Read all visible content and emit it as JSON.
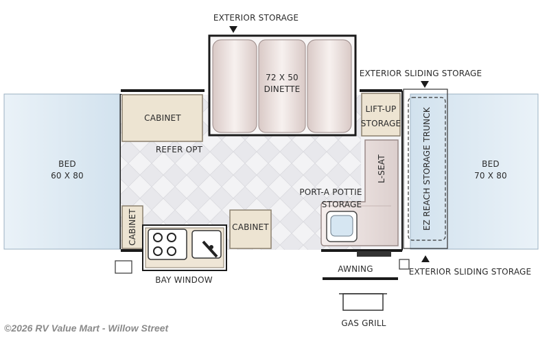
{
  "labels": {
    "exterior_storage": "EXTERIOR STORAGE",
    "dinette_size": "72 X 50",
    "dinette_name": "DINETTE",
    "exterior_sliding_storage_top": "EXTERIOR SLIDING STORAGE",
    "lift_up_1": "LIFT-UP",
    "lift_up_2": "STORAGE",
    "cabinet_top": "CABINET",
    "refer_opt": "REFER OPT",
    "bed_left": "BED",
    "bed_left_size": "60 X 80",
    "l_seat": "L-SEAT",
    "trunk": "EZ REACH STORAGE TRUNCK",
    "bed_right": "BED",
    "bed_right_size": "70 X 80",
    "port_a_pottie_1": "PORT-A POTTIE",
    "port_a_pottie_2": "STORAGE",
    "cabinet_left": "CABINET",
    "cabinet_mid": "CABINET",
    "bay_window": "BAY WINDOW",
    "awning": "AWNING",
    "exterior_sliding_storage_bottom": "EXTERIOR SLIDING STORAGE",
    "gas_grill": "GAS GRILL"
  },
  "watermark": "©2026 RV Value Mart - Willow Street",
  "colors": {
    "bed": "#dde9f3",
    "cabinet": "#ede4d2",
    "wall": "#1a1a1a",
    "floor": "#f4f4f6",
    "seat": "#ebe1e1"
  }
}
